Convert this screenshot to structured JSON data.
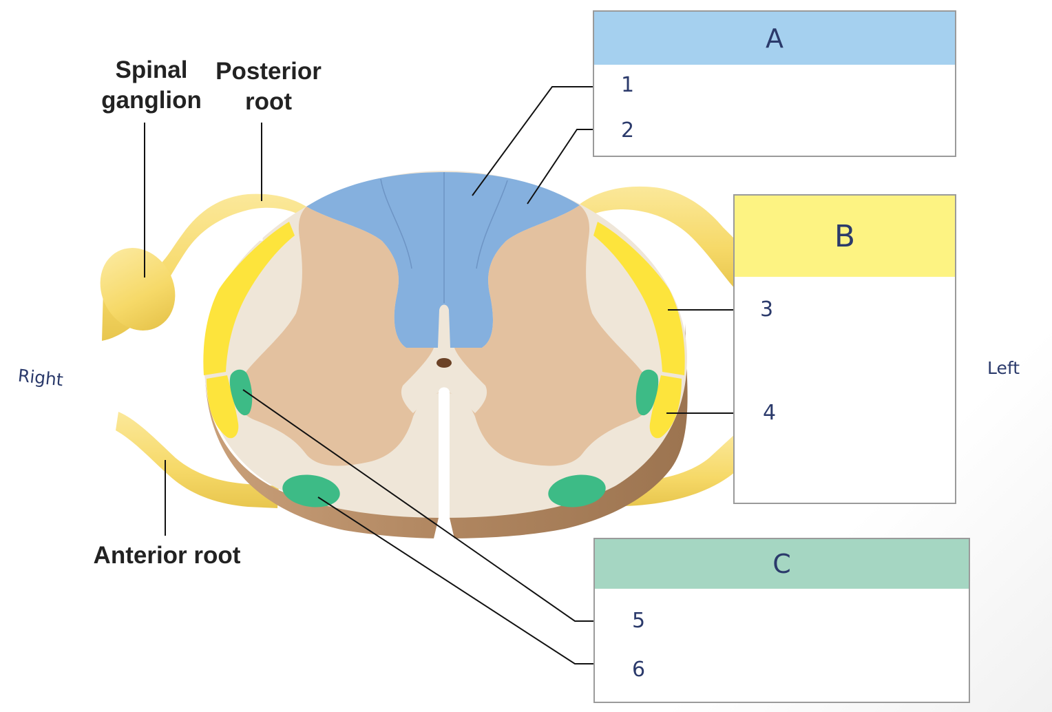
{
  "labels": {
    "spinal_ganglion": [
      "Spinal",
      "ganglion"
    ],
    "posterior_root": [
      "Posterior",
      "root"
    ],
    "anterior_root": "Anterior root",
    "right": "Right",
    "left": "Left"
  },
  "boxes": {
    "A": {
      "title": "A",
      "color": "#a5d0ef"
    },
    "B": {
      "title": "B",
      "color": "#fdf382"
    },
    "C": {
      "title": "C",
      "color": "#a5d6c2"
    }
  },
  "numbers": [
    "1",
    "2",
    "3",
    "4",
    "5",
    "6"
  ],
  "colors": {
    "posterior_column": "#85b0de",
    "lateral_column": "#fde43c",
    "anterior_column": "#3dbb86",
    "gray_matter": "#e3c19f",
    "white_matter": "#efe6d8",
    "cut_side": "#b98f68",
    "nerve_root": "#f9df78"
  }
}
